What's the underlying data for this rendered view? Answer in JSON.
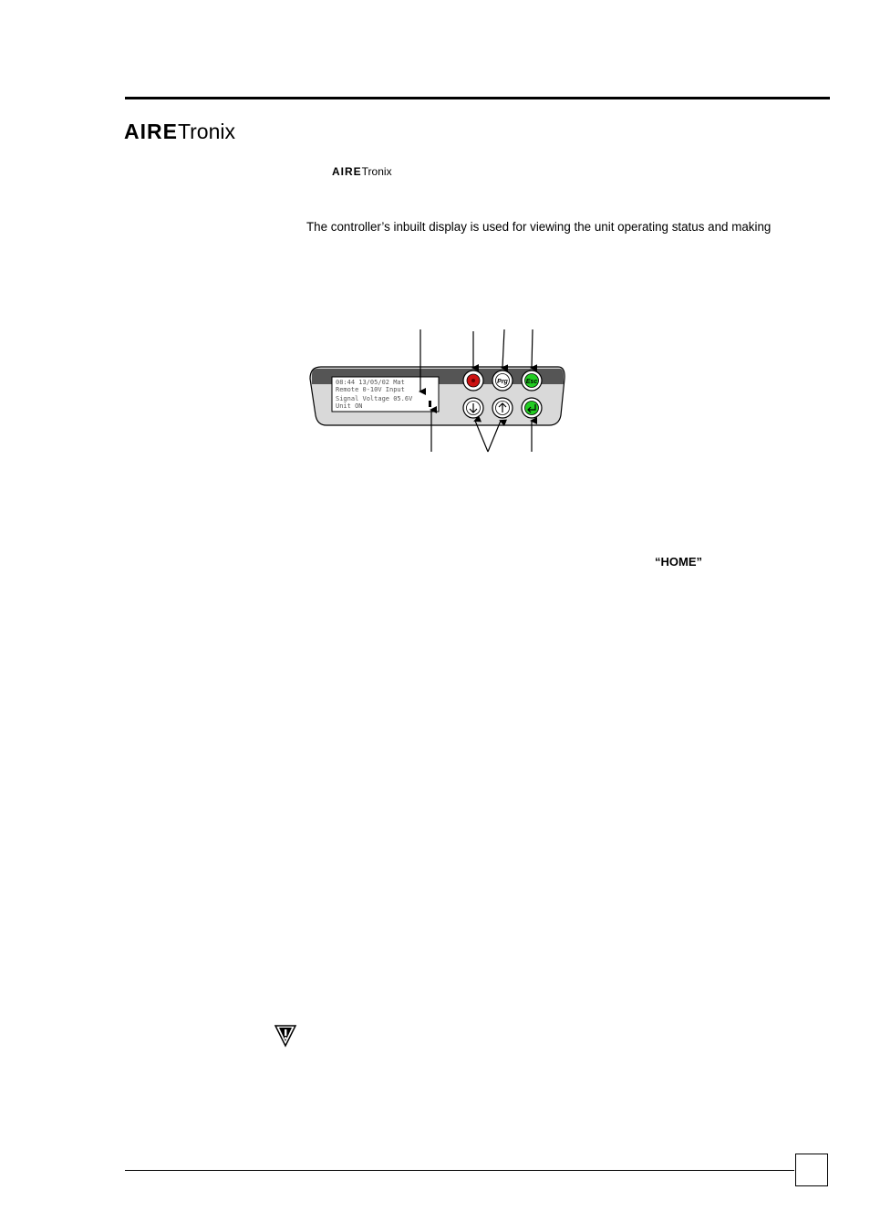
{
  "header": {
    "logo_bold": "AIRE",
    "logo_regular": "Tronix"
  },
  "section": {
    "logo_bold": "AIRE",
    "logo_regular": "Tronix",
    "intro_text": "The controller’s inbuilt display is used for viewing the unit operating status and making",
    "home_label": "“HOME”"
  },
  "controller": {
    "lcd_lines": [
      "08:44 13/05/02 Mat",
      "Remote 0-10V Input",
      "Signal Voltage  05.6V",
      "Unit ON"
    ],
    "buttons": {
      "prg_label": "Prg",
      "esc_label": "Esc"
    },
    "colors": {
      "alarm_button": "#cc1111",
      "esc_button": "#22cc22",
      "enter_button": "#22cc22",
      "panel_top": "#555555",
      "panel_body": "#d9d9d9"
    }
  },
  "icons": {
    "warning": "warning-icon"
  }
}
